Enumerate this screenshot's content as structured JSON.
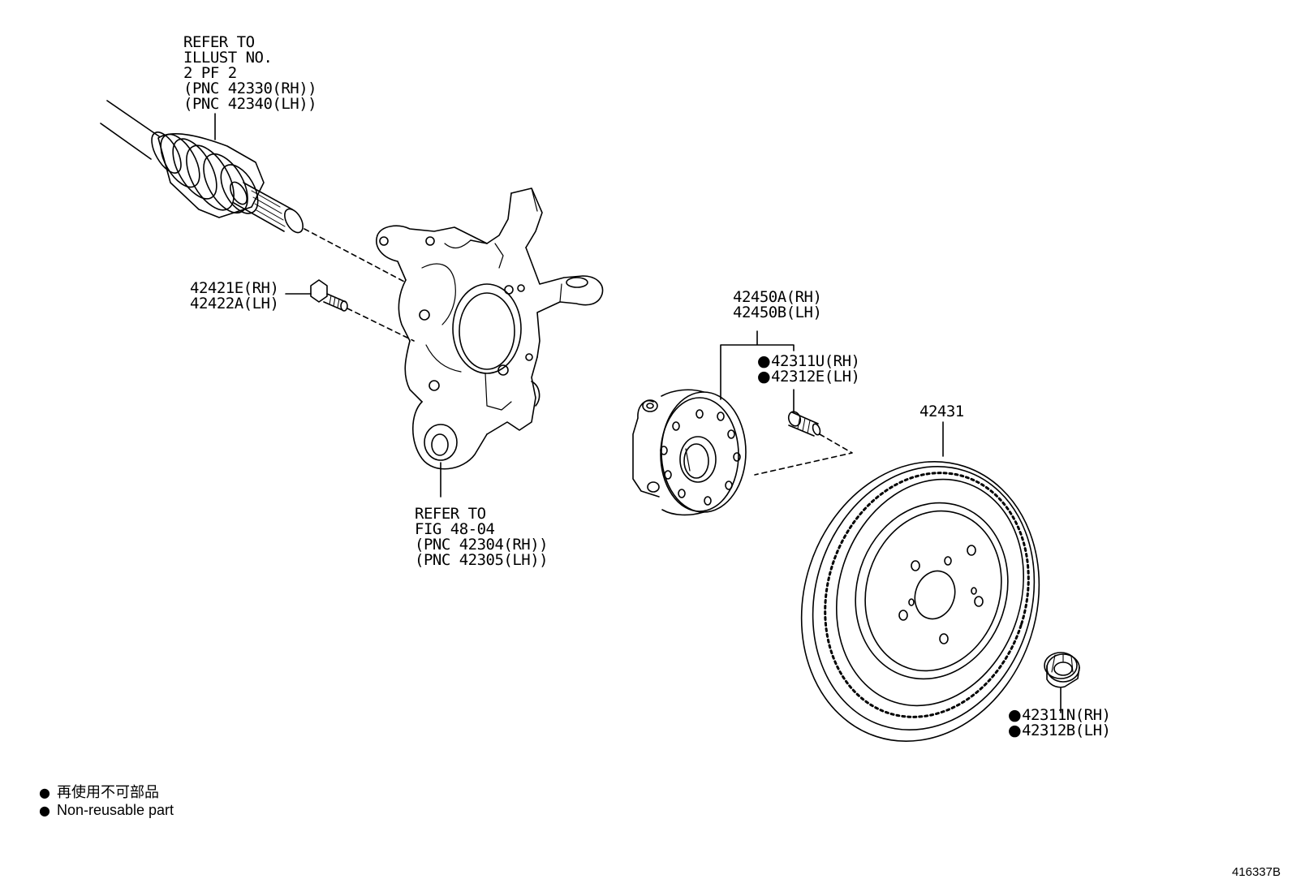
{
  "callouts": {
    "driveshaft_ref": [
      "REFER TO",
      "ILLUST NO.",
      "2 PF 2",
      "(PNC 42330(RH))",
      "(PNC 42340(LH))"
    ],
    "knuckle_ref": [
      "REFER TO",
      "FIG 48-04",
      "(PNC 42304(RH))",
      "(PNC 42305(LH))"
    ],
    "bolt": [
      "42421E(RH)",
      "42422A(LH)"
    ],
    "hub": [
      "42450A(RH)",
      "42450B(LH)"
    ],
    "hub_bolt": [
      "42311U(RH)",
      "42312E(LH)"
    ],
    "disc": "42431",
    "nut": [
      "42311N(RH)",
      "42312B(LH)"
    ]
  },
  "legend": {
    "line_ja": "再使用不可部品",
    "line_en": "Non-reusable part"
  },
  "figure_number": "416337B"
}
